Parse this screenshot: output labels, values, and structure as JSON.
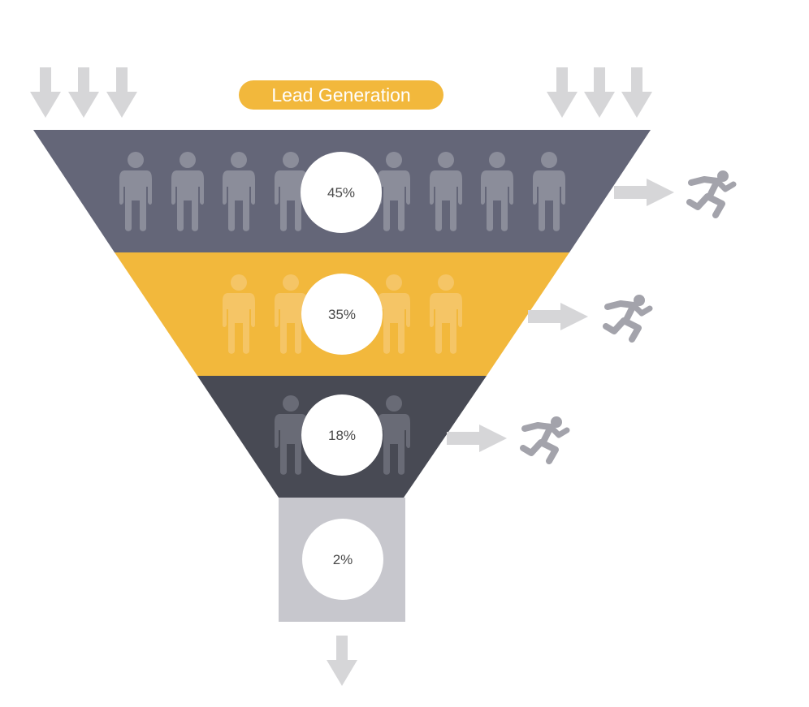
{
  "title": "Lead Generation",
  "colors": {
    "accent": "#f2b83c",
    "stage1": "#646678",
    "stage2": "#f2b83c",
    "stage3": "#484a54",
    "stage4": "#c7c7cd",
    "arrow": "#d6d6d8",
    "runner": "#a3a3ab"
  },
  "stages": [
    {
      "label": "45%",
      "value": 45,
      "people": 8,
      "icon": "person-icon"
    },
    {
      "label": "35%",
      "value": 35,
      "people": 4,
      "icon": "person-icon"
    },
    {
      "label": "18%",
      "value": 18,
      "people": 2,
      "icon": "person-icon"
    },
    {
      "label": "2%",
      "value": 2,
      "people": 0,
      "icon": "person-icon"
    }
  ],
  "icons": {
    "inflow": "arrow-down-icon",
    "exit": "arrow-right-icon",
    "runner": "runner-icon"
  }
}
